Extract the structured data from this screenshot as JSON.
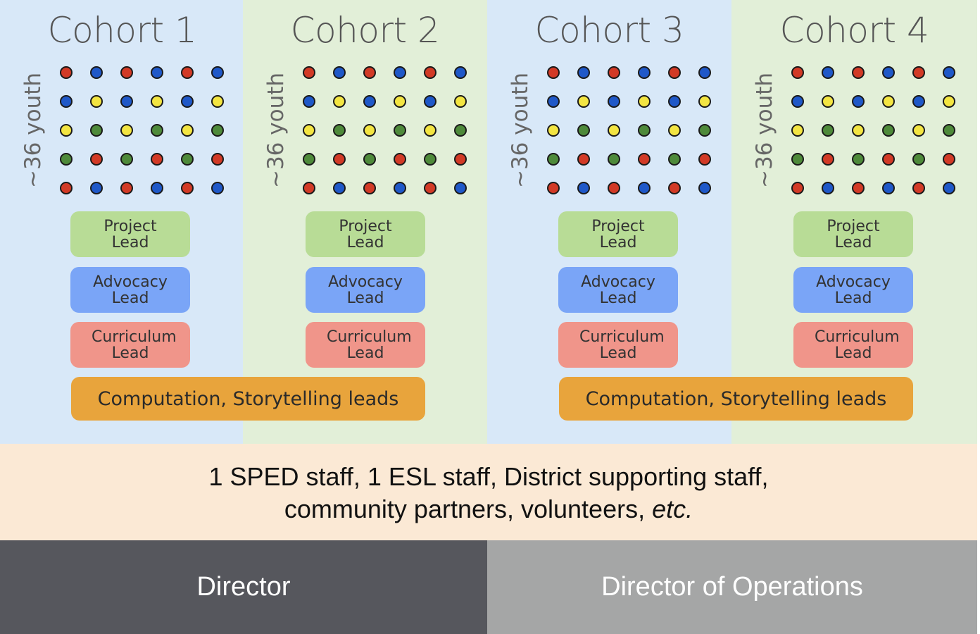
{
  "cohorts": [
    {
      "title": "Cohort 1",
      "youth_label": "~36 youth"
    },
    {
      "title": "Cohort 2",
      "youth_label": "~36 youth"
    },
    {
      "title": "Cohort 3",
      "youth_label": "~36 youth"
    },
    {
      "title": "Cohort 4",
      "youth_label": "~36 youth"
    }
  ],
  "leads": {
    "project": "Project Lead",
    "advocacy": "Advocacy Lead",
    "curriculum": "Curriculum Lead"
  },
  "shared_leads": [
    "Computation, Storytelling leads",
    "Computation, Storytelling leads"
  ],
  "support": {
    "line1": "1 SPED staff, 1 ESL staff, District supporting staff,",
    "line2_prefix": "community partners, volunteers, ",
    "line2_em": "etc."
  },
  "directors": {
    "director": "Director",
    "operations": "Director of Operations"
  },
  "colors": {
    "cohort_bg_a": "#d8e8f8",
    "cohort_bg_b": "#e2efd8",
    "project": "#b8dc96",
    "advocacy": "#7aa5f7",
    "curriculum": "#f0958a",
    "computation": "#e8a43c",
    "support_bg": "#fbe9d5",
    "director": "#56575d",
    "operations": "#a5a6a6"
  },
  "dot_palette": {
    "r": "#d23a26",
    "b": "#1f58c8",
    "y": "#f3e542",
    "g": "#4e8a3a"
  },
  "dot_grid": [
    [
      "r",
      "b",
      "r",
      "b",
      "r",
      "b"
    ],
    [
      "b",
      "y",
      "b",
      "y",
      "b",
      "y"
    ],
    [
      "y",
      "g",
      "y",
      "g",
      "y",
      "g"
    ],
    [
      "g",
      "r",
      "g",
      "r",
      "g",
      "r"
    ],
    [
      "r",
      "b",
      "r",
      "b",
      "r",
      "b"
    ]
  ]
}
